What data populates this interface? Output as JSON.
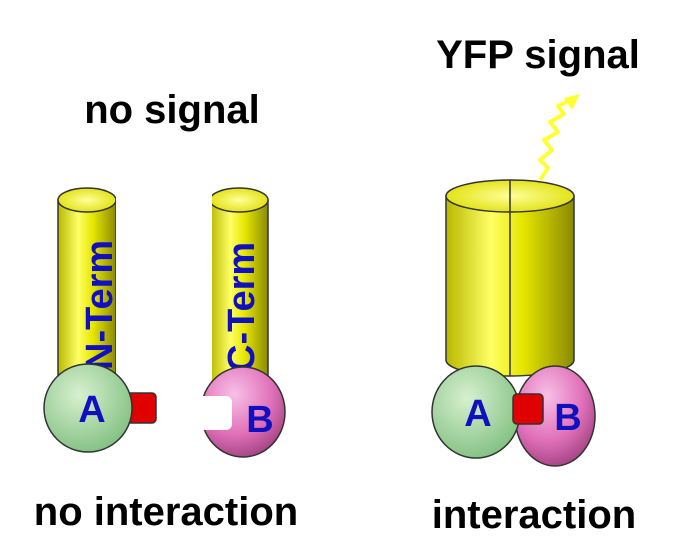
{
  "left_panel": {
    "top_label": "no signal",
    "bottom_label": "no interaction",
    "n_fragment_label": "N-Term",
    "c_fragment_label": "C-Term",
    "protein_a_label": "A",
    "protein_b_label": "B"
  },
  "right_panel": {
    "top_label": "YFP signal",
    "bottom_label": "interaction",
    "protein_a_label": "A",
    "protein_b_label": "B"
  },
  "colors": {
    "yfp_yellow": "#e6e600",
    "signal_yellow": "#ffff33",
    "protein_a_green": "#a8d8a0",
    "protein_b_pink": "#e070b8",
    "tag_red": "#e00000",
    "label_blue": "#1010c0"
  }
}
